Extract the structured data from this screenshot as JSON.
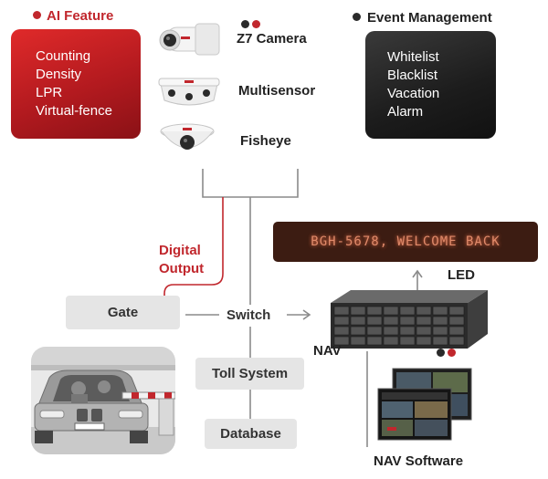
{
  "ai_feature": {
    "title": "AI Feature",
    "items": [
      "Counting",
      "Density",
      "LPR",
      "Virtual-fence"
    ]
  },
  "event_management": {
    "title": "Event Management",
    "items": [
      "Whitelist",
      "Blacklist",
      "Vacation",
      "Alarm"
    ]
  },
  "cameras": {
    "items": [
      {
        "label": "Z7 Camera"
      },
      {
        "label": "Multisensor"
      },
      {
        "label": "Fisheye"
      }
    ]
  },
  "digital_output": {
    "line1": "Digital",
    "line2": "Output"
  },
  "nodes": {
    "gate": "Gate",
    "switch": "Switch",
    "toll_system": "Toll System",
    "database": "Database",
    "nav": "NAV",
    "led": "LED",
    "nav_software": "NAV Software"
  },
  "led_display": {
    "text": "BGH-5678, WELCOME BACK"
  },
  "colors": {
    "accent_red": "#c1272d",
    "dark": "#1c1c1c",
    "grey_box": "#e5e5e5",
    "line": "#8a8a8a"
  }
}
